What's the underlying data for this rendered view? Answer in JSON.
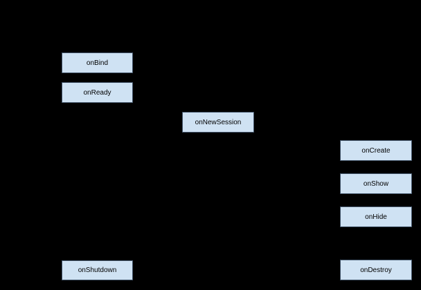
{
  "diagram": {
    "background_color": "#000000",
    "node_fill_color": "#cfe2f3",
    "node_border_color": "#44566b",
    "node_text_color": "#000000",
    "nodes": [
      {
        "id": "onBind",
        "label": "onBind"
      },
      {
        "id": "onReady",
        "label": "onReady"
      },
      {
        "id": "onNewSession",
        "label": "onNewSession"
      },
      {
        "id": "onCreate",
        "label": "onCreate"
      },
      {
        "id": "onShow",
        "label": "onShow"
      },
      {
        "id": "onHide",
        "label": "onHide"
      },
      {
        "id": "onShutdown",
        "label": "onShutdown"
      },
      {
        "id": "onDestroy",
        "label": "onDestroy"
      }
    ]
  }
}
